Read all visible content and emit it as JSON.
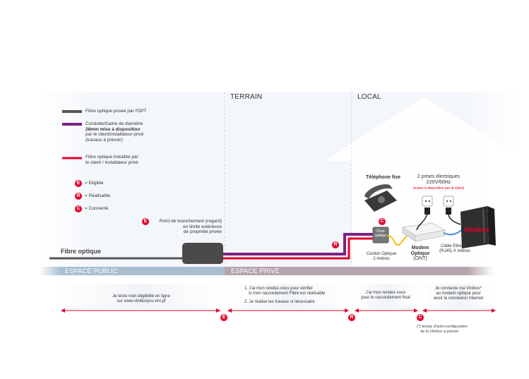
{
  "zones": {
    "terrain": "TERRAIN",
    "local": "LOCAL"
  },
  "legend": {
    "items": [
      {
        "label": "Fibre optique posée par l'OPT",
        "color": "#555555"
      },
      {
        "label_lines": [
          "Conduite/Gaine de diamètre",
          "28mm mise à disposition",
          "par le client/installateur privé",
          "(travaux à prévoir)"
        ],
        "color": "#7b2382"
      },
      {
        "label_lines": [
          "Fibre optique installée par",
          "le client / installateur privé"
        ],
        "color": "#e4002b"
      }
    ],
    "statuses": [
      {
        "letter": "E",
        "label": "= Eligible"
      },
      {
        "letter": "R",
        "label": "= Réalisable"
      },
      {
        "letter": "C",
        "label": "= Connecté"
      }
    ]
  },
  "badges": {
    "E": "E",
    "R": "R",
    "C": "C"
  },
  "point_branchement": [
    "Point de branchement (regard)",
    "en limite extérieure",
    "de propriété privée"
  ],
  "fibre_optique": "Fibre optique",
  "espace_public": "ESPACE PUBLIC",
  "espace_prive": "ESPACE PRIVÉ",
  "telephone": "Téléphone fixe",
  "prises": {
    "title_lines": [
      "2 prises électriques",
      "220V/60Hz"
    ],
    "note": "(mises à disposition par le client)"
  },
  "prise_optique": [
    "Prise",
    "optique"
  ],
  "cordon": [
    "Cordon Optique",
    "2 mètres"
  ],
  "modem": [
    "Modem",
    "Optique",
    "(ONT)"
  ],
  "cable": [
    "Câble Ethernet",
    "(RJ45) X mètres"
  ],
  "vinibox": "Vinibox",
  "steps": {
    "s1": [
      "Je teste mon éligibilité en ligne",
      "sur www.viniboxpro.vini.pf"
    ],
    "s2": [
      "1. J'ai mon rendez-vous pour vérifier",
      "si mon raccordement Fibre est réalisable",
      "2. Je réalise les travaux si nécessaire"
    ],
    "s3": [
      "J'ai mon rendez-vous",
      "pour le raccordement final"
    ],
    "s4": [
      "Je connecte ma Vinibox*",
      "au modem optique pour",
      "avoir la connexion Internet"
    ]
  },
  "footnote": [
    "(*) temps d'auto-configuration",
    "de la Vinibox à prévoir"
  ],
  "colors": {
    "red": "#e4002b",
    "purple": "#7b2382",
    "grey_line": "#555555",
    "public_band": "#a9bfd0",
    "private_band": "#b5a3ad",
    "house": "#eef1f7"
  }
}
